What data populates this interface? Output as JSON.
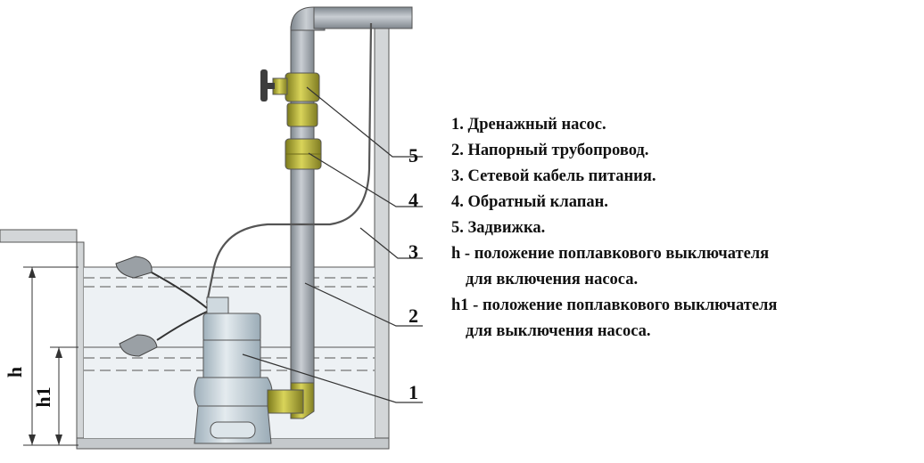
{
  "legend": [
    {
      "text": "1. Дренажный насос."
    },
    {
      "text": "2. Напорный трубопровод."
    },
    {
      "text": "3. Сетевой кабель питания."
    },
    {
      "text": "4. Обратный клапан."
    },
    {
      "text": "5. Задвижка."
    },
    {
      "text": "h - положение поплавкового выключателя",
      "cont": "для включения насоса."
    },
    {
      "text": "h1 - положение поплавкового выключателя",
      "cont": "для выключения насоса."
    }
  ],
  "callouts": {
    "c1": "1",
    "c2": "2",
    "c3": "3",
    "c4": "4",
    "c5": "5"
  },
  "dimensions": {
    "h": "h",
    "h1": "h1"
  },
  "colors": {
    "water": "#e9eef2",
    "pipe": "#9ea6ad",
    "brass": "#b8b032",
    "pump": "#c7d3db",
    "wall": "#c9cdd0"
  }
}
